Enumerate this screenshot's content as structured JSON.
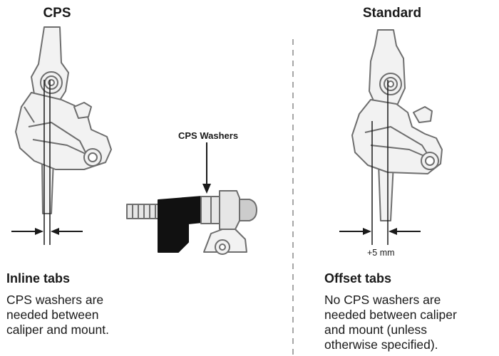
{
  "columns": {
    "left_title": "CPS",
    "right_title": "Standard"
  },
  "center": {
    "label": "CPS Washers"
  },
  "left_section": {
    "heading": "Inline tabs",
    "body": "CPS washers are\nneeded between\ncaliper and mount."
  },
  "right_section": {
    "heading": "Offset tabs",
    "body": "No CPS washers are\nneeded between caliper\nand mount (unless\notherwise specified)."
  },
  "measurements": {
    "offset_label": "+5 mm"
  },
  "colors": {
    "ink": "#1a1a1a",
    "line_art": "#6e6e6e",
    "fill_light": "#f2f2f2",
    "fill_dark": "#111111",
    "washer_fill": "#e6e6e6"
  }
}
